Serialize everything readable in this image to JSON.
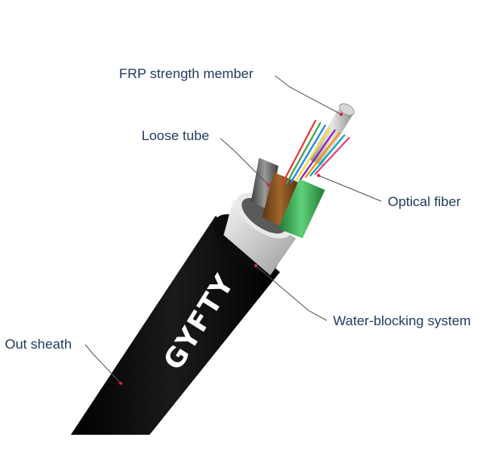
{
  "labels": {
    "frp": "FRP strength member",
    "loose_tube": "Loose tube",
    "optical_fiber": "Optical fiber",
    "water_blocking": "Water-blocking system",
    "out_sheath": "Out sheath"
  },
  "cable_print": "GYFTY",
  "colors": {
    "sheath": "#0c0c0c",
    "water_blocking_tape": "#d8d8d8",
    "loose_tube_brown": "#7a4a1c",
    "loose_tube_green": "#2fa34a",
    "loose_tube_grey": "#6e6e6e",
    "frp_rod": "#c8c8c8",
    "label_text": "#1f3a5f",
    "leader_dot": "#d0283c"
  },
  "fiber_colors": [
    "#e53935",
    "#43a047",
    "#1e88e5",
    "#fdd835",
    "#8e24aa",
    "#fb8c00",
    "#00acc1",
    "#ec407a"
  ]
}
